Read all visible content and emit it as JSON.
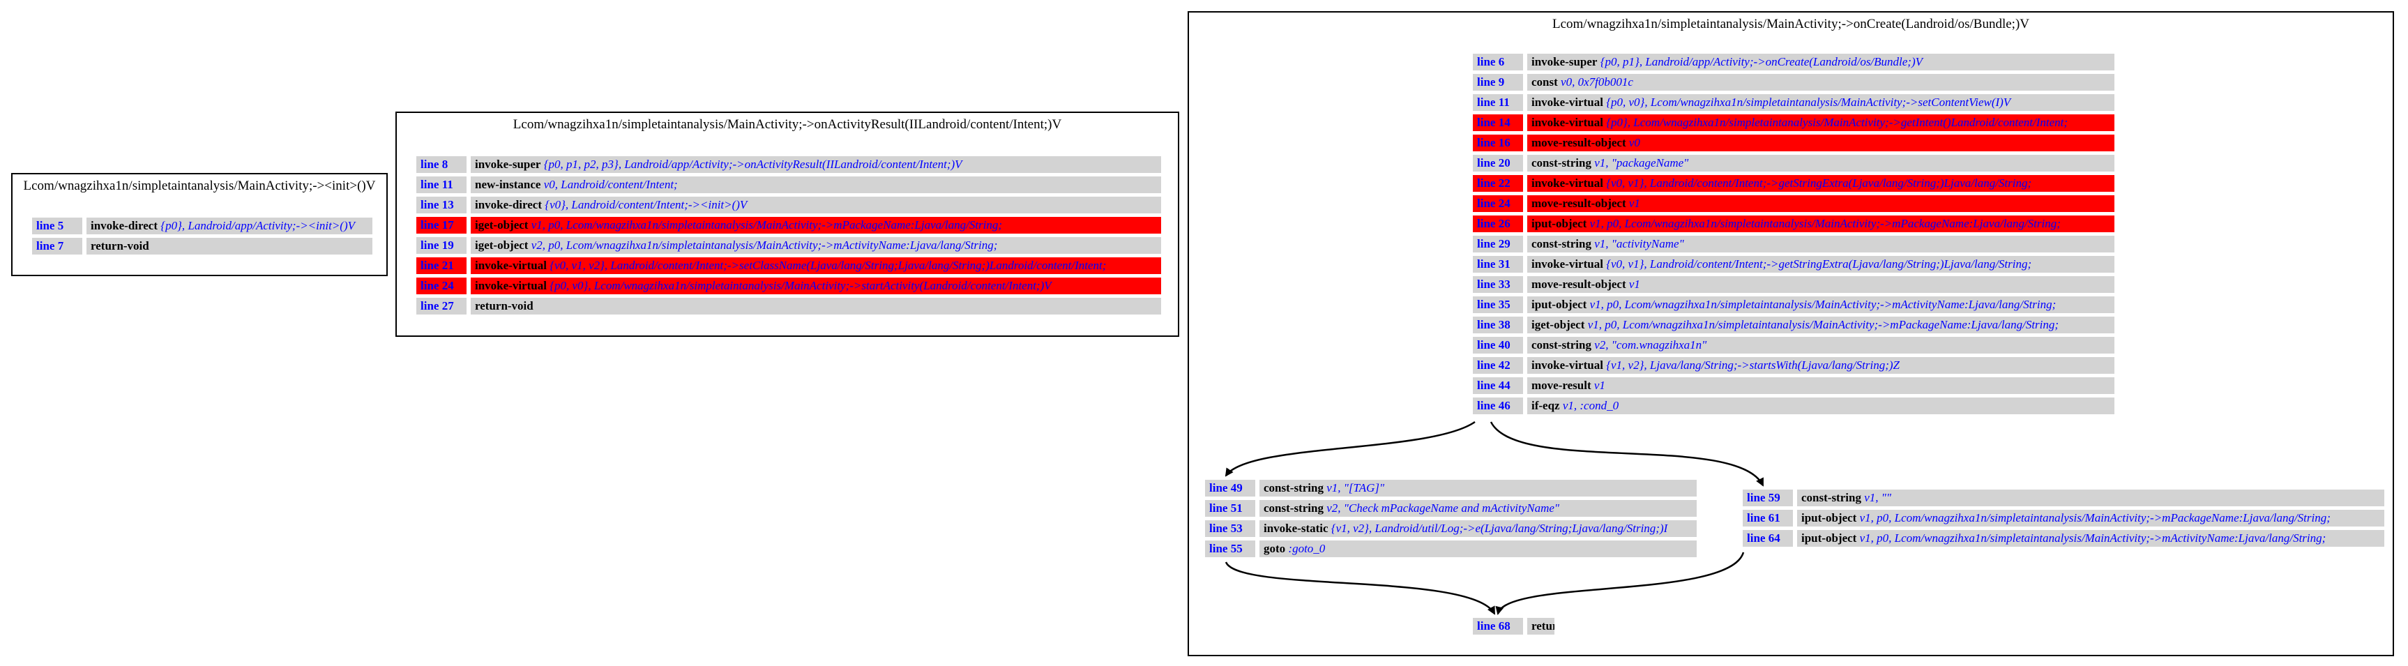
{
  "clusters": [
    {
      "title": "Lcom/wnagzihxa1n/simpletaintanalysis/MainActivity;-><init>()V",
      "blocks": [
        {
          "rows": [
            {
              "line": "line 5",
              "op": "invoke-direct",
              "args": "{p0}, Landroid/app/Activity;-><init>()V",
              "taint": false
            },
            {
              "line": "line 7",
              "op": "return-void",
              "args": "",
              "taint": false
            }
          ]
        }
      ]
    },
    {
      "title": "Lcom/wnagzihxa1n/simpletaintanalysis/MainActivity;->onActivityResult(IILandroid/content/Intent;)V",
      "blocks": [
        {
          "rows": [
            {
              "line": "line 8",
              "op": "invoke-super",
              "args": "{p0, p1, p2, p3}, Landroid/app/Activity;->onActivityResult(IILandroid/content/Intent;)V",
              "taint": false
            },
            {
              "line": "line 11",
              "op": "new-instance",
              "args": "v0, Landroid/content/Intent;",
              "taint": false
            },
            {
              "line": "line 13",
              "op": "invoke-direct",
              "args": "{v0}, Landroid/content/Intent;-><init>()V",
              "taint": false
            },
            {
              "line": "line 17",
              "op": "iget-object",
              "args": "v1, p0, Lcom/wnagzihxa1n/simpletaintanalysis/MainActivity;->mPackageName:Ljava/lang/String;",
              "taint": true
            },
            {
              "line": "line 19",
              "op": "iget-object",
              "args": "v2, p0, Lcom/wnagzihxa1n/simpletaintanalysis/MainActivity;->mActivityName:Ljava/lang/String;",
              "taint": false
            },
            {
              "line": "line 21",
              "op": "invoke-virtual",
              "args": "{v0, v1, v2}, Landroid/content/Intent;->setClassName(Ljava/lang/String;Ljava/lang/String;)Landroid/content/Intent;",
              "taint": true
            },
            {
              "line": "line 24",
              "op": "invoke-virtual",
              "args": "{p0, v0}, Lcom/wnagzihxa1n/simpletaintanalysis/MainActivity;->startActivity(Landroid/content/Intent;)V",
              "taint": true
            },
            {
              "line": "line 27",
              "op": "return-void",
              "args": "",
              "taint": false
            }
          ]
        }
      ]
    },
    {
      "title": "Lcom/wnagzihxa1n/simpletaintanalysis/MainActivity;->onCreate(Landroid/os/Bundle;)V",
      "blocks": [
        {
          "rows": [
            {
              "line": "line 6",
              "op": "invoke-super",
              "args": "{p0, p1}, Landroid/app/Activity;->onCreate(Landroid/os/Bundle;)V",
              "taint": false
            },
            {
              "line": "line 9",
              "op": "const",
              "args": "v0, 0x7f0b001c",
              "taint": false
            },
            {
              "line": "line 11",
              "op": "invoke-virtual",
              "args": "{p0, v0}, Lcom/wnagzihxa1n/simpletaintanalysis/MainActivity;->setContentView(I)V",
              "taint": false
            },
            {
              "line": "line 14",
              "op": "invoke-virtual",
              "args": "{p0}, Lcom/wnagzihxa1n/simpletaintanalysis/MainActivity;->getIntent()Landroid/content/Intent;",
              "taint": true
            },
            {
              "line": "line 16",
              "op": "move-result-object",
              "args": "v0",
              "taint": true
            },
            {
              "line": "line 20",
              "op": "const-string",
              "args": "v1, \"packageName\"",
              "taint": false
            },
            {
              "line": "line 22",
              "op": "invoke-virtual",
              "args": "{v0, v1}, Landroid/content/Intent;->getStringExtra(Ljava/lang/String;)Ljava/lang/String;",
              "taint": true
            },
            {
              "line": "line 24",
              "op": "move-result-object",
              "args": "v1",
              "taint": true
            },
            {
              "line": "line 26",
              "op": "iput-object",
              "args": "v1, p0, Lcom/wnagzihxa1n/simpletaintanalysis/MainActivity;->mPackageName:Ljava/lang/String;",
              "taint": true
            },
            {
              "line": "line 29",
              "op": "const-string",
              "args": "v1, \"activityName\"",
              "taint": false
            },
            {
              "line": "line 31",
              "op": "invoke-virtual",
              "args": "{v0, v1}, Landroid/content/Intent;->getStringExtra(Ljava/lang/String;)Ljava/lang/String;",
              "taint": false
            },
            {
              "line": "line 33",
              "op": "move-result-object",
              "args": "v1",
              "taint": false
            },
            {
              "line": "line 35",
              "op": "iput-object",
              "args": "v1, p0, Lcom/wnagzihxa1n/simpletaintanalysis/MainActivity;->mActivityName:Ljava/lang/String;",
              "taint": false
            },
            {
              "line": "line 38",
              "op": "iget-object",
              "args": "v1, p0, Lcom/wnagzihxa1n/simpletaintanalysis/MainActivity;->mPackageName:Ljava/lang/String;",
              "taint": false
            },
            {
              "line": "line 40",
              "op": "const-string",
              "args": "v2, \"com.wnagzihxa1n\"",
              "taint": false
            },
            {
              "line": "line 42",
              "op": "invoke-virtual",
              "args": "{v1, v2}, Ljava/lang/String;->startsWith(Ljava/lang/String;)Z",
              "taint": false
            },
            {
              "line": "line 44",
              "op": "move-result",
              "args": "v1",
              "taint": false
            },
            {
              "line": "line 46",
              "op": "if-eqz",
              "args": "v1, :cond_0",
              "taint": false
            }
          ]
        },
        {
          "rows": [
            {
              "line": "line 49",
              "op": "const-string",
              "args": "v1, \"[TAG]\"",
              "taint": false
            },
            {
              "line": "line 51",
              "op": "const-string",
              "args": "v2, \"Check mPackageName and mActivityName\"",
              "taint": false
            },
            {
              "line": "line 53",
              "op": "invoke-static",
              "args": "{v1, v2}, Landroid/util/Log;->e(Ljava/lang/String;Ljava/lang/String;)I",
              "taint": false
            },
            {
              "line": "line 55",
              "op": "goto",
              "args": ":goto_0",
              "taint": false
            }
          ]
        },
        {
          "rows": [
            {
              "line": "line 59",
              "op": "const-string",
              "args": "v1, \"\"",
              "taint": false
            },
            {
              "line": "line 61",
              "op": "iput-object",
              "args": "v1, p0, Lcom/wnagzihxa1n/simpletaintanalysis/MainActivity;->mPackageName:Ljava/lang/String;",
              "taint": false
            },
            {
              "line": "line 64",
              "op": "iput-object",
              "args": "v1, p0, Lcom/wnagzihxa1n/simpletaintanalysis/MainActivity;->mActivityName:Ljava/lang/String;",
              "taint": false
            }
          ]
        },
        {
          "rows": [
            {
              "line": "line 68",
              "op": "return-void",
              "args": "",
              "taint": false
            }
          ]
        }
      ]
    }
  ],
  "colors": {
    "line_label": "#0000ff",
    "args": "#0000ff",
    "row_bg": "#d3d3d3",
    "taint_bg": "#ff0000",
    "edge": "#000000"
  }
}
